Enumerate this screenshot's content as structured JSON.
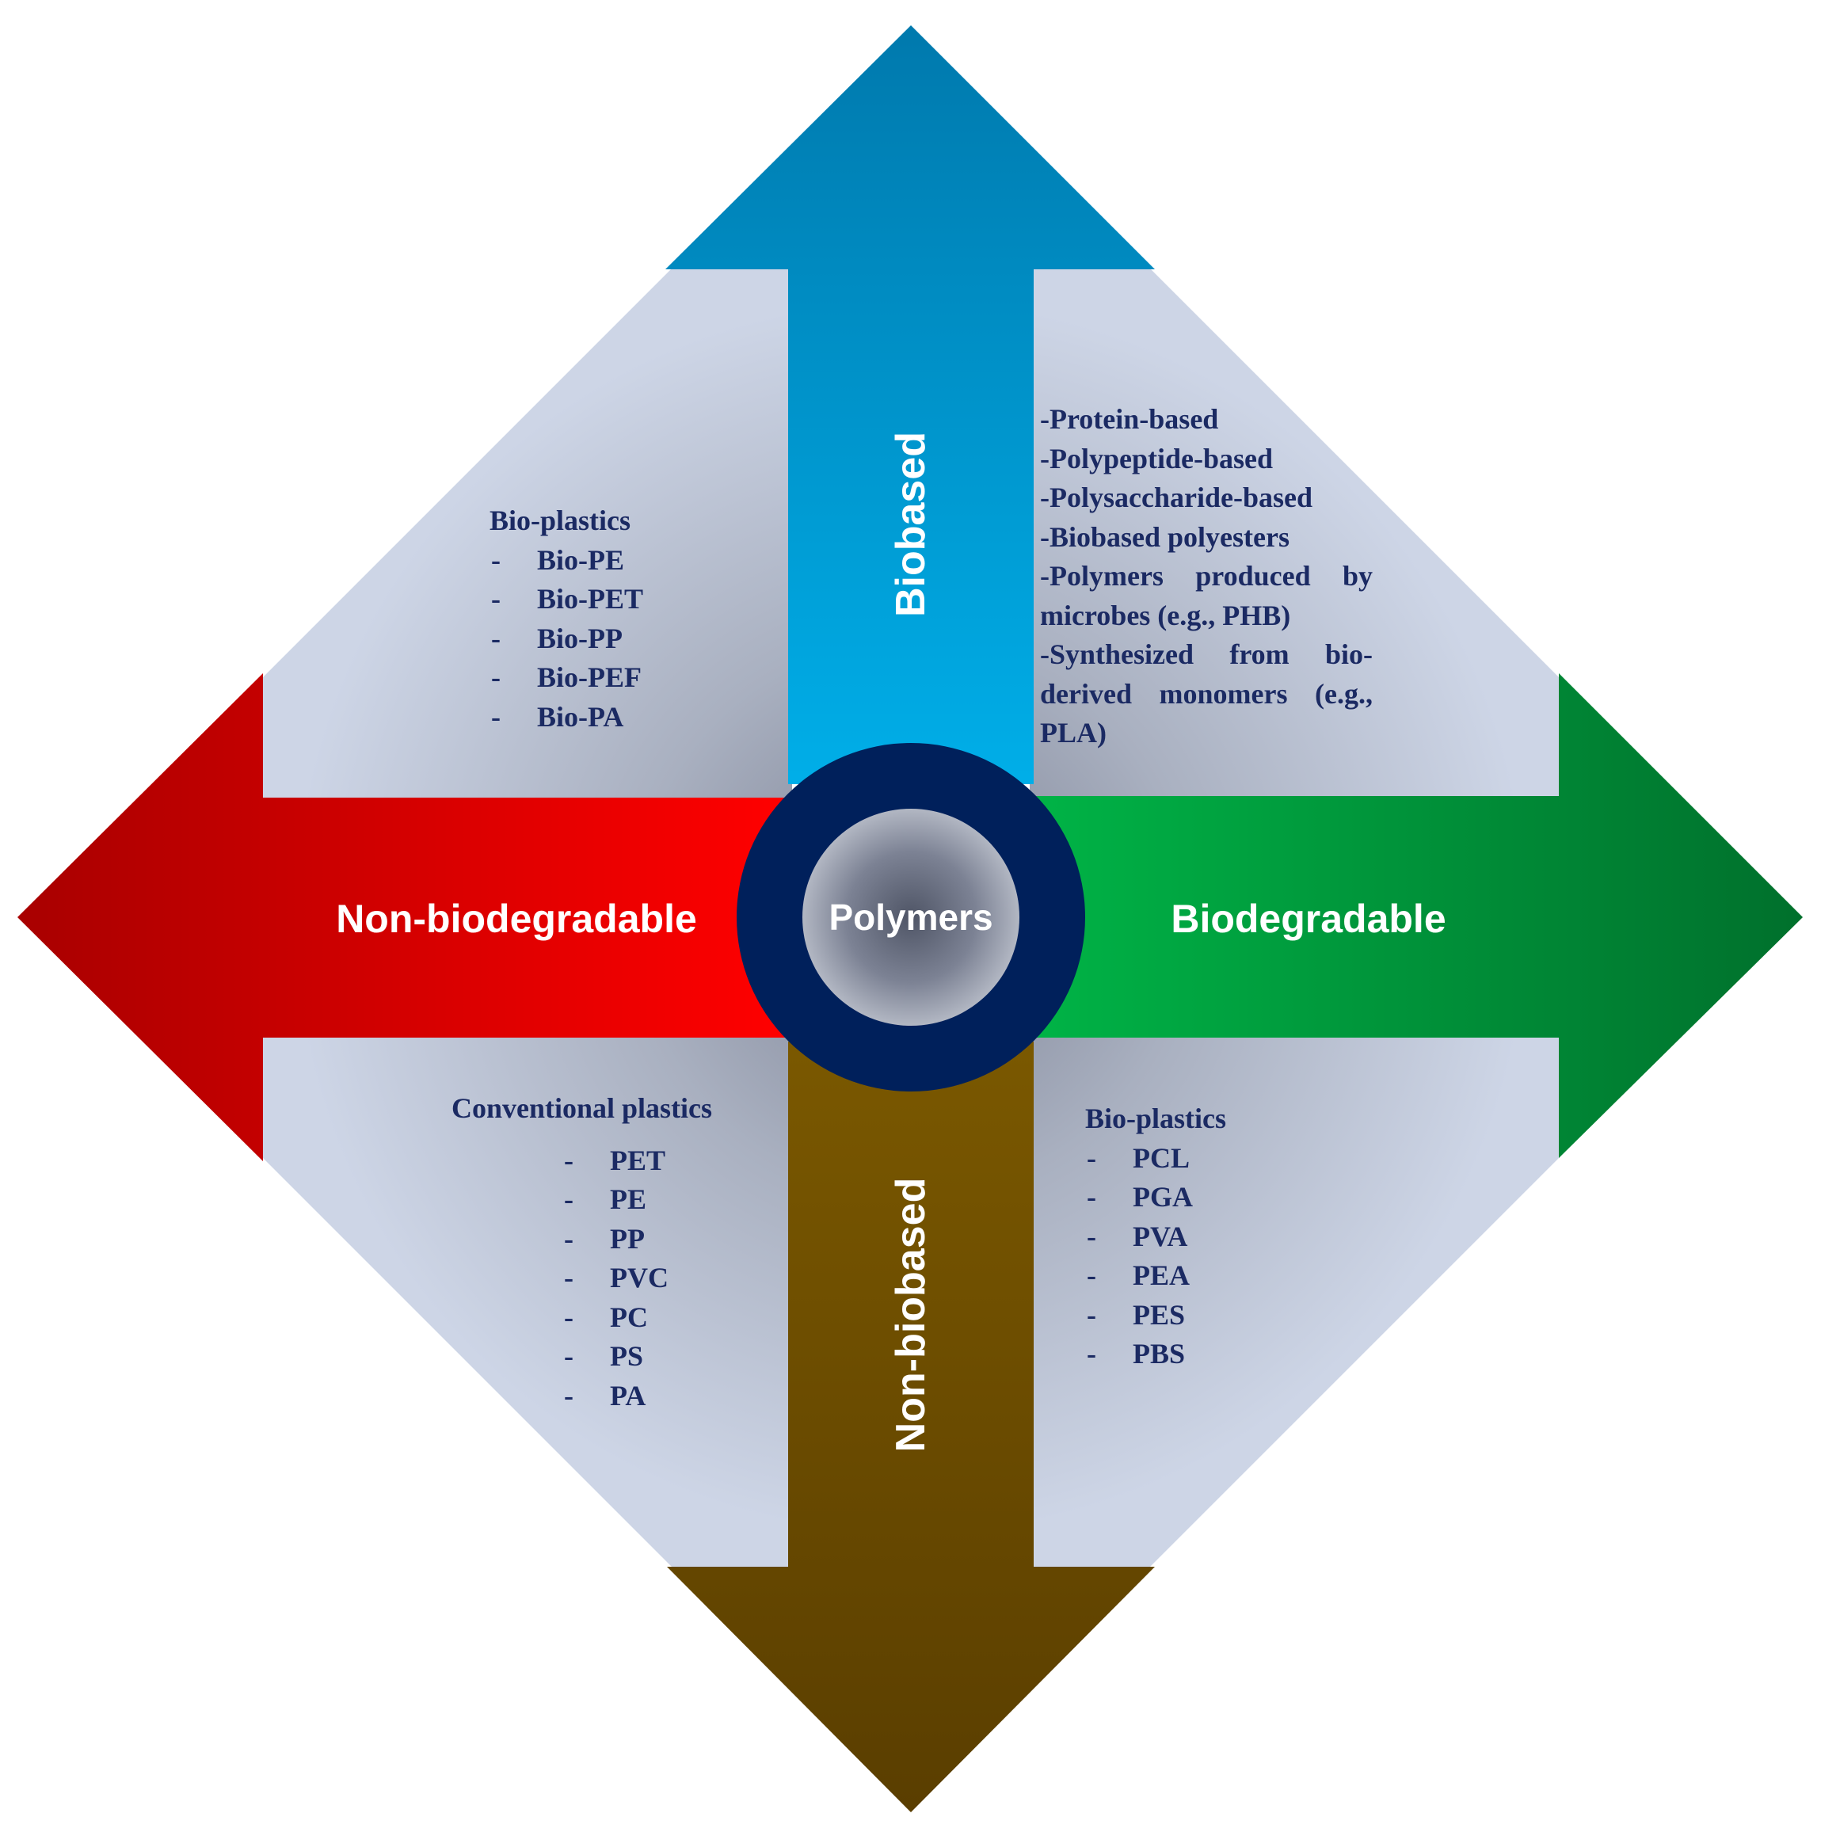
{
  "center": {
    "label": "Polymers"
  },
  "arrows": {
    "up": {
      "label": "Biobased",
      "color_start": "#00aee8",
      "color_end": "#0079ad"
    },
    "down": {
      "label": "Non-biobased",
      "color_start": "#7a5800",
      "color_end": "#5a3e00"
    },
    "left": {
      "label": "Non-biodegradable",
      "color_start": "#ff0000",
      "color_end": "#a80000"
    },
    "right": {
      "label": "Biodegradable",
      "color_start": "#00b346",
      "color_end": "#00702c"
    }
  },
  "quadrants": {
    "top_left": {
      "heading": "Bio-plastics",
      "items": [
        "Bio-PE",
        "Bio-PET",
        "Bio-PP",
        "Bio-PEF",
        "Bio-PA"
      ]
    },
    "top_right": {
      "items": [
        "-Protein-based",
        "-Polypeptide-based",
        "-Polysaccharide-based",
        "-Biobased polyesters",
        "-Polymers produced by microbes (e.g., PHB)",
        "-Synthesized from bio-derived monomers (e.g., PLA)"
      ]
    },
    "bottom_left": {
      "heading": "Conventional plastics",
      "items": [
        "PET",
        "PE",
        "PP",
        "PVC",
        "PC",
        "PS",
        "PA"
      ]
    },
    "bottom_right": {
      "heading": "Bio-plastics",
      "items": [
        "PCL",
        "PGA",
        "PVA",
        "PEA",
        "PES",
        "PBS"
      ]
    }
  },
  "colors": {
    "text": "#1b2a63",
    "ring": "#00205b",
    "quadrant_light": "#ccd4e6",
    "quadrant_dark": "#9aa1b2"
  }
}
